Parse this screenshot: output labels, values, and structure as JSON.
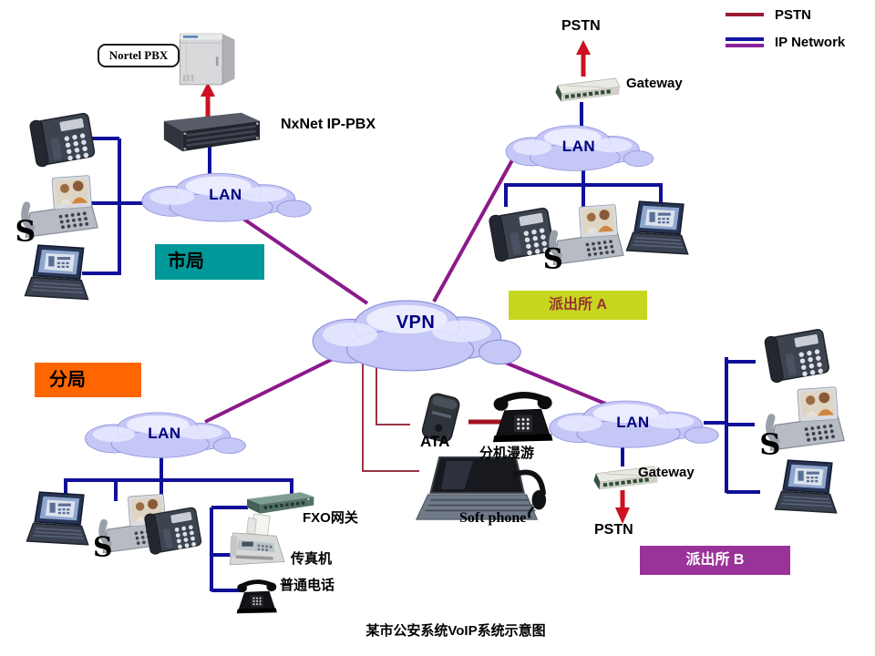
{
  "legend": {
    "pstn": "PSTN",
    "ip": "IP Network"
  },
  "caption": "某市公安系统VoIP系统示意图",
  "city": {
    "badge": "市局",
    "lan": "LAN",
    "nortel": "Nortel PBX",
    "ippbx": "NxNet IP-PBX"
  },
  "branch": {
    "badge": "分局",
    "lan": "LAN",
    "fxo": "FXO网关",
    "fax": "传真机",
    "plain_phone": "普通电话"
  },
  "station_a": {
    "badge": "派出所 A",
    "lan": "LAN",
    "gateway": "Gateway",
    "pstn": "PSTN"
  },
  "station_b": {
    "badge": "派出所 B",
    "lan": "LAN",
    "gateway": "Gateway",
    "pstn": "PSTN"
  },
  "core": {
    "vpn": "VPN",
    "ata": "ATA",
    "roaming": "分机漫游",
    "softphone": "Soft phone"
  },
  "colors": {
    "pstn_line": "#9b1b33",
    "ip_line": "#101099",
    "vpn_line": "#8b1a8b",
    "arrow_red": "#cc1122",
    "city_badge": "#009898",
    "branch_badge": "#ff6600",
    "station_a_badge": "#c6d61f",
    "station_a_text": "#993333",
    "station_b_badge": "#993399",
    "cloud_fill": "#c5c7f6",
    "cloud_text": "#000080"
  }
}
